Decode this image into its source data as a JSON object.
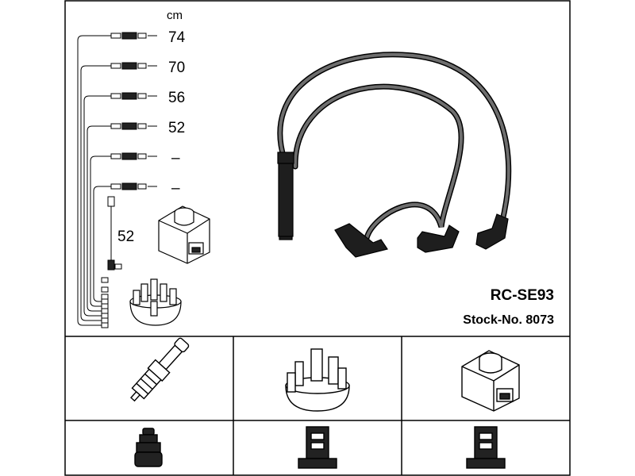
{
  "lengths": {
    "unit": "cm",
    "cables": [
      {
        "position": 1,
        "length": "74"
      },
      {
        "position": 2,
        "length": "70"
      },
      {
        "position": 3,
        "length": "56"
      },
      {
        "position": 4,
        "length": "52"
      },
      {
        "position": 5,
        "length": "–"
      },
      {
        "position": 6,
        "length": "–"
      }
    ],
    "coil_lead": "52"
  },
  "product": {
    "part_number": "RC-SE93",
    "stock_label": "Stock-No. 8073"
  },
  "colors": {
    "line": "#000000",
    "cable_fill": "#6e6e6e",
    "boot_fill": "#1e1e1e",
    "background": "#ffffff"
  },
  "icons": {
    "plug": "spark-plug-icon",
    "distributor": "distributor-cap-icon",
    "coil": "ignition-coil-icon",
    "plug_terminal": "plug-terminal-icon",
    "terminal": "terminal-connector-icon"
  }
}
